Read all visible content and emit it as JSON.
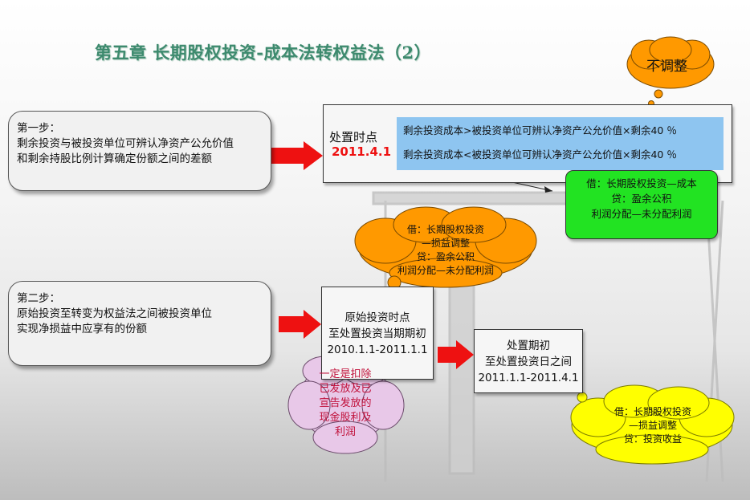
{
  "title": "第五章  长期股权投资-成本法转权益法（2）",
  "step1": {
    "lines": [
      "第一步：",
      "剩余投资与被投资单位可辨认净资产公允价值",
      "和剩余持股比例计算确定份额之间的差额"
    ]
  },
  "disposal": {
    "label": "处置时点",
    "date": "2011.4.1",
    "compare": [
      "剩余投资成本>被投资单位可辨认净资产公允价值×剩余40 ％",
      "剩余投资成本<被投资单位可辨认净资产公允价值×剩余40 ％"
    ]
  },
  "no_adjust": "不调整",
  "green_entry": [
    "借：长期股权投资—成本",
    "贷：盈余公积",
    "利润分配—未分配利润"
  ],
  "orange_entry": [
    "借：长期股权投资",
    "—损益调整",
    "贷：盈余公积",
    "利润分配—未分配利润"
  ],
  "step2": {
    "lines": [
      "第二步：",
      "原始投资至转变为权益法之间被投资单位",
      "实现净损益中应享有的份额"
    ]
  },
  "period1": {
    "lines": [
      "原始投资时点",
      "至处置投资当期期初"
    ],
    "range": "2010.1.1-2011.1.1"
  },
  "period2": {
    "lines": [
      "处置期初",
      "至处置投资日之间"
    ],
    "range": "2011.1.1-2011.4.1"
  },
  "pink_note": [
    "一定是扣除",
    "已发放及已",
    "宣告发放的",
    "现金股利及",
    "利润"
  ],
  "yellow_entry": [
    "借：长期股权投资",
    "—损益调整",
    "贷：投资收益"
  ],
  "colors": {
    "title": "#3d8a6e",
    "arrow": "#ee1111",
    "green": "#22e322",
    "orange": "#ff9900",
    "yellow": "#ffff00",
    "pink": "#e8c8e8",
    "blue_panel": "#8ec5f0"
  }
}
